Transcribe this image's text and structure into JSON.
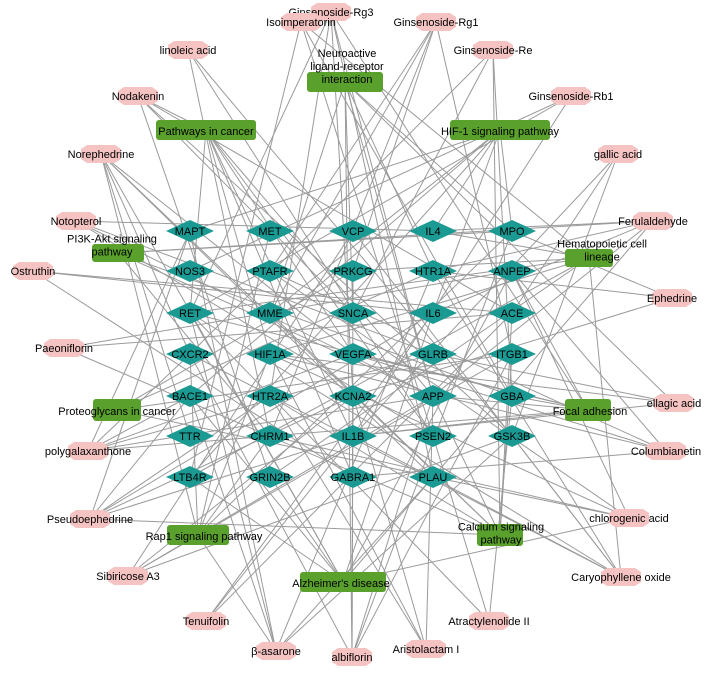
{
  "colors": {
    "edge": "#9a9a9a",
    "compound_fill": "#f6c3c3",
    "target_fill": "#1a9a92",
    "pathway_fill": "#5aa02c",
    "text": "#000000",
    "background": "#ffffff"
  },
  "node_shapes": {
    "compound": "octagon",
    "target": "diamond",
    "pathway": "rounded-rectangle"
  },
  "compounds": [
    "Ginsenoside-Rg3",
    "Isoimperatorin",
    "Ginsenoside-Rg1",
    "linoleic acid",
    "Ginsenoside-Re",
    "Nodakenin",
    "Ginsenoside-Rb1",
    "Norephedrine",
    "gallic acid",
    "Notopterol",
    "Ferulaldehyde",
    "Ostruthin",
    "Ephedrine",
    "Paeoniflorin",
    "ellagic acid",
    "polygalaxanthone",
    "Columbianetin",
    "Pseudoephedrine",
    "chlorogenic acid",
    "Sibiricose A3",
    "Caryophyllene oxide",
    "Tenuifolin",
    "Atractylenolide II",
    "β-asarone",
    "Aristolactam I",
    "albiflorin"
  ],
  "targets": [
    "MAPT",
    "MET",
    "VCP",
    "IL4",
    "MPO",
    "NOS3",
    "PTAFR",
    "PRKCG",
    "HTR1A",
    "ANPEP",
    "RET",
    "MME",
    "SNCA",
    "IL6",
    "ACE",
    "CXCR2",
    "HIF1A",
    "VEGFA",
    "GLRB",
    "ITGB1",
    "BACE1",
    "HTR2A",
    "KCNA2",
    "APP",
    "GBA",
    "TTR",
    "CHRM1",
    "IL1B",
    "PSEN2",
    "GSK3B",
    "LTB4R",
    "GRIN2B",
    "GABRA1",
    "PLAU"
  ],
  "pathways": [
    [
      "Neuroactive",
      "ligand-receptor",
      "interaction"
    ],
    [
      "Pathways in cancer"
    ],
    [
      "HIF-1 signaling pathway"
    ],
    [
      "PI3K-Akt signaling",
      "pathway"
    ],
    [
      "Hematopoietic cell",
      "lineage"
    ],
    [
      "Proteoglycans in cancer"
    ],
    [
      "Focal adhesion"
    ],
    [
      "Rap1 signaling pathway"
    ],
    [
      "Calcium signaling",
      "pathway"
    ],
    [
      "Alzheimer's disease"
    ]
  ]
}
